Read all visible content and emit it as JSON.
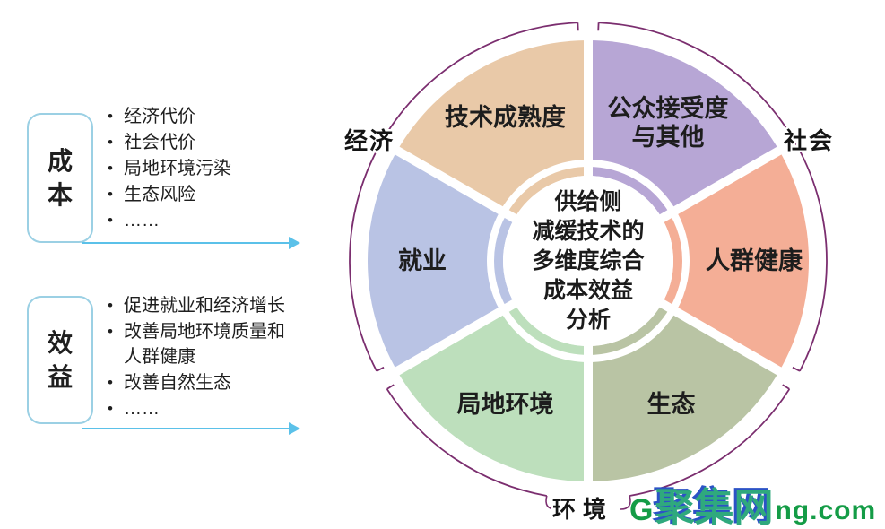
{
  "colors": {
    "box_border": "#9BD0E4",
    "arrow": "#5BC1E9",
    "outer_ring": "#7B2E6F",
    "watermark_green": "#149C46",
    "watermark_teal": "#2FA97D",
    "watermark_blue": "#2B52C6"
  },
  "left_panel": {
    "cost": {
      "label": "成本",
      "items": [
        "经济代价",
        "社会代价",
        "局地环境污染",
        "生态风险",
        "……"
      ]
    },
    "benefit": {
      "label": "效益",
      "items": [
        "促进就业和经济增长",
        "改善局地环境质量和人群健康",
        "改善自然生态",
        "……"
      ]
    }
  },
  "wheel": {
    "center_lines": [
      "供给侧",
      "减缓技术的",
      "多维度综合",
      "成本效益",
      "分析"
    ],
    "segments": [
      {
        "id": "tech-maturity",
        "label_lines": [
          "技术成熟度"
        ],
        "color": "#E9C9A8",
        "a1": 150,
        "a2": 90
      },
      {
        "id": "public-acceptance",
        "label_lines": [
          "公众接受度",
          "与其他"
        ],
        "color": "#B7A6D5",
        "a1": 90,
        "a2": 30
      },
      {
        "id": "population-health",
        "label_lines": [
          "人群健康"
        ],
        "color": "#F4AE96",
        "a1": 30,
        "a2": -30
      },
      {
        "id": "ecology",
        "label_lines": [
          "生态"
        ],
        "color": "#B9C4A4",
        "a1": -30,
        "a2": -90
      },
      {
        "id": "local-environment",
        "label_lines": [
          "局地环境"
        ],
        "color": "#BDDFBC",
        "a1": -90,
        "a2": -150
      },
      {
        "id": "employment",
        "label_lines": [
          "就业"
        ],
        "color": "#B9C3E4",
        "a1": -150,
        "a2": -210
      }
    ],
    "outer_labels": [
      {
        "id": "economy",
        "text": "经济"
      },
      {
        "id": "society",
        "text": "社会"
      },
      {
        "id": "environment",
        "text": "环境"
      }
    ]
  },
  "watermark": {
    "prefix": "G",
    "cn": "聚集网",
    "en": "ng.com"
  }
}
